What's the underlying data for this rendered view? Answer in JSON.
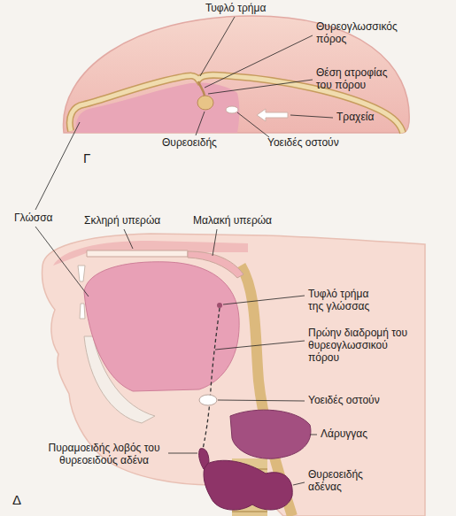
{
  "diagram": {
    "labels": [
      "Τυφλό τρήμα",
      "Θυρεογλωσσικός πόρος",
      "Θέση ατροφίας του πόρου",
      "Τραχεία",
      "Γ",
      "Θυρεοειδής",
      "Υοειδές οστούν",
      "Γλώσσα",
      "Σκληρή υπερώα",
      "Μαλακή υπερώα",
      "Τυφλό τρήμα της γλώσσας",
      "Πρώην διαδρομή του θυρεογλωσσικού πόρου",
      "Υοειδές οστούν",
      "Λάρυγγας",
      "Πυραμοειδής λοβός του θυρεοειδούς αδένα",
      "Θυρεοειδής αδένας",
      "Δ"
    ]
  }
}
